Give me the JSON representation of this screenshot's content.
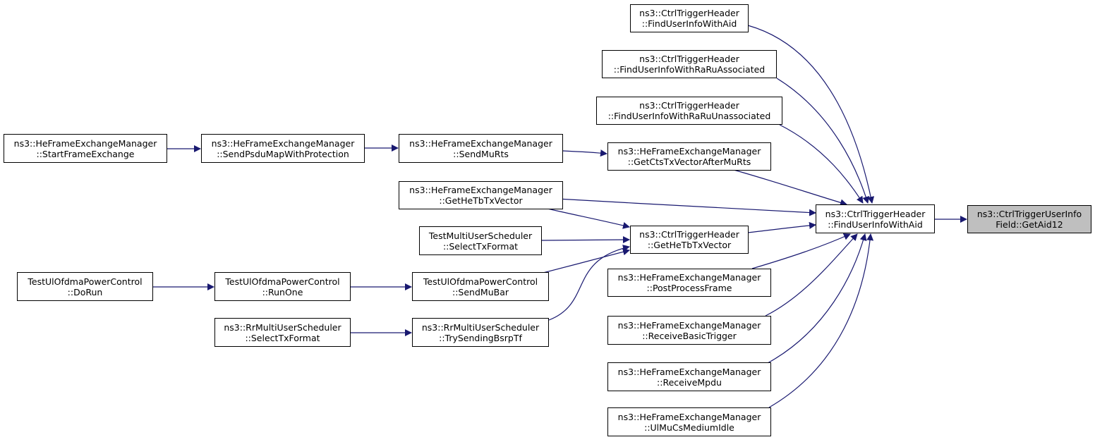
{
  "colors": {
    "edge": "#191970",
    "node_border": "#000000",
    "node_fill": "#ffffff",
    "root_fill": "#bfbfbf"
  },
  "nodes": {
    "getaid12": {
      "line1": "ns3::CtrlTriggerUserInfo",
      "line2": "Field::GetAid12"
    },
    "find_aid": {
      "line1": "ns3::CtrlTriggerHeader",
      "line2": "::FindUserInfoWithAid"
    },
    "find_aid_dup": {
      "line1": "ns3::CtrlTriggerHeader",
      "line2": "::FindUserInfoWithAid"
    },
    "find_ra_assoc": {
      "line1": "ns3::CtrlTriggerHeader",
      "line2": "::FindUserInfoWithRaRuAssociated"
    },
    "find_ra_unassoc": {
      "line1": "ns3::CtrlTriggerHeader",
      "line2": "::FindUserInfoWithRaRuUnassociated"
    },
    "get_cts": {
      "line1": "ns3::HeFrameExchangeManager",
      "line2": "::GetCtsTxVectorAfterMuRts"
    },
    "hfem_get_hetb": {
      "line1": "ns3::HeFrameExchangeManager",
      "line2": "::GetHeTbTxVector"
    },
    "cth_get_hetb": {
      "line1": "ns3::CtrlTriggerHeader",
      "line2": "::GetHeTbTxVector"
    },
    "post_process": {
      "line1": "ns3::HeFrameExchangeManager",
      "line2": "::PostProcessFrame"
    },
    "recv_basic": {
      "line1": "ns3::HeFrameExchangeManager",
      "line2": "::ReceiveBasicTrigger"
    },
    "recv_mpdu": {
      "line1": "ns3::HeFrameExchangeManager",
      "line2": "::ReceiveMpdu"
    },
    "ul_mucs": {
      "line1": "ns3::HeFrameExchangeManager",
      "line2": "::UlMuCsMediumIdle"
    },
    "send_murts": {
      "line1": "ns3::HeFrameExchangeManager",
      "line2": "::SendMuRts"
    },
    "send_psdu": {
      "line1": "ns3::HeFrameExchangeManager",
      "line2": "::SendPsduMapWithProtection"
    },
    "start_fe": {
      "line1": "ns3::HeFrameExchangeManager",
      "line2": "::StartFrameExchange"
    },
    "tmus_select": {
      "line1": "TestMultiUserScheduler",
      "line2": "::SelectTxFormat"
    },
    "send_mubar": {
      "line1": "TestUlOfdmaPowerControl",
      "line2": "::SendMuBar"
    },
    "run_one": {
      "line1": "TestUlOfdmaPowerControl",
      "line2": "::RunOne"
    },
    "do_run": {
      "line1": "TestUlOfdmaPowerControl",
      "line2": "::DoRun"
    },
    "try_bsrp": {
      "line1": "ns3::RrMultiUserScheduler",
      "line2": "::TrySendingBsrpTf"
    },
    "rr_select": {
      "line1": "ns3::RrMultiUserScheduler",
      "line2": "::SelectTxFormat"
    }
  }
}
